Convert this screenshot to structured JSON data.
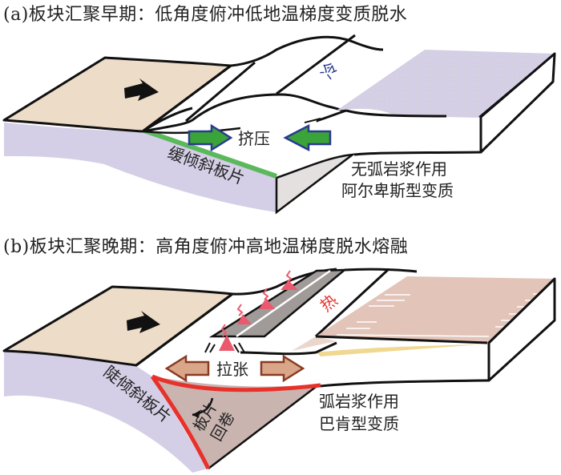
{
  "panel_a": {
    "title": "(a)板块汇聚早期：低角度俯冲低地温梯度变质脱水",
    "compression_label": "挤压",
    "slab_label": "缓倾斜板片",
    "cold_label": "冷",
    "magmatism_label": "无弧岩浆作用",
    "metamorphism_label": "阿尔卑斯型变质"
  },
  "panel_b": {
    "title": "(b)板块汇聚晚期：高角度俯冲高地温梯度脱水熔融",
    "extension_label": "拉张",
    "slab_label": "陡倾斜板片",
    "rollback_label_line1": "板片",
    "rollback_label_line2": "回卷",
    "heat_label": "热",
    "magmatism_label": "弧岩浆作用",
    "metamorphism_label": "巴肯型变质"
  },
  "colors": {
    "oceanic_plate": "#ecdcc8",
    "slab": "#d4cfe6",
    "continent_a": "#d4cfe6",
    "continent_b": "#e2c4b8",
    "low_angle_interface": "#5cb85c",
    "high_angle_interface": "#e8312a",
    "compression_arrow": "#3aa33a",
    "compression_arrow_outline": "#2b3a8f",
    "extension_arrow": "#d9a68a",
    "extension_arrow_outline": "#8a3b22",
    "volcano": "#ea5a6e",
    "wedge_b": "#c9b4b0",
    "arc_belt": "#a09a98"
  }
}
